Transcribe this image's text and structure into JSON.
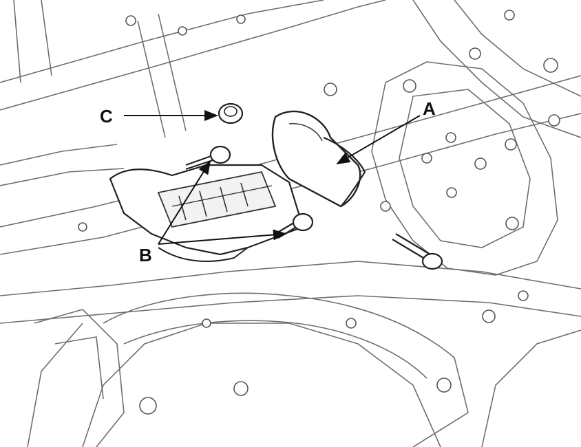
{
  "diagram": {
    "callouts": [
      {
        "id": "A",
        "label": "A"
      },
      {
        "id": "B",
        "label": "B"
      },
      {
        "id": "C",
        "label": "C"
      }
    ]
  },
  "colors": {
    "line": "#2a2a2a",
    "line_light": "#8a8a8a",
    "fill": "#ffffff",
    "shade": "#e6e6e6"
  }
}
